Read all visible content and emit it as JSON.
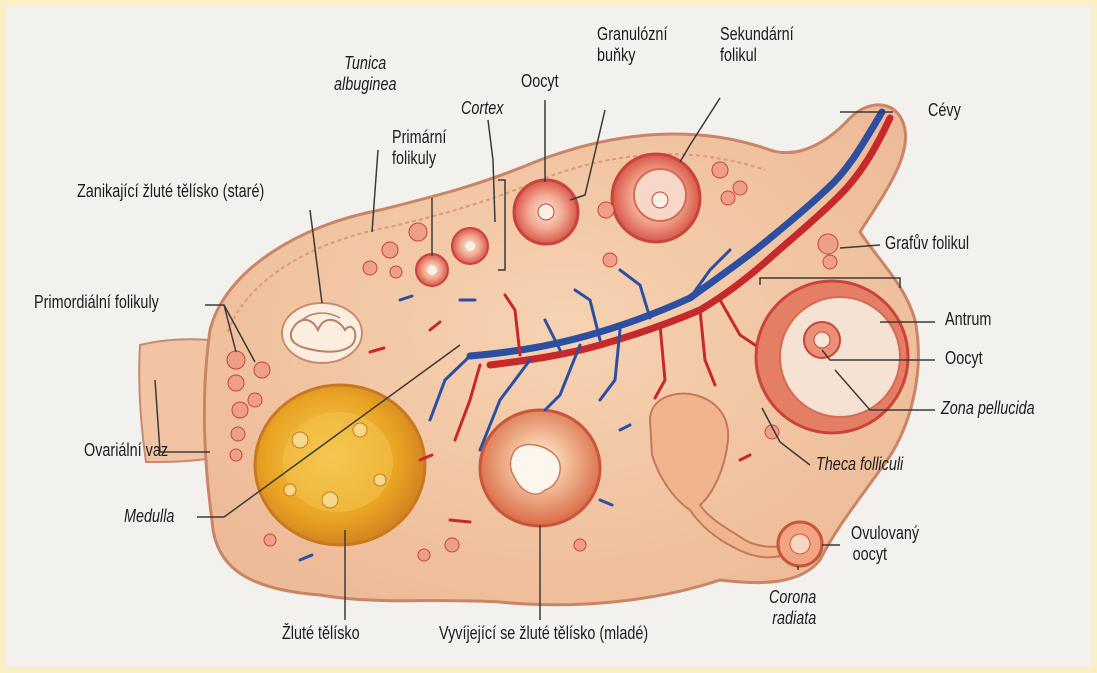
{
  "labels": {
    "tunica": [
      "Tunica",
      "albuginea"
    ],
    "oocyt_top": "Oocyt",
    "granulozni": [
      "Granulózní",
      "buňky"
    ],
    "sekundarni": [
      "Sekundární",
      "folikul"
    ],
    "cevy": "Cévy",
    "cortex": "Cortex",
    "primarni": [
      "Primární",
      "folikuly"
    ],
    "zanikajici": "Zanikající žluté tělísko (staré)",
    "grafuv": "Grafův folikul",
    "primordialni": "Primordiální folikuly",
    "antrum": "Antrum",
    "oocyt_right": "Oocyt",
    "zona": "Zona pellucida",
    "ovarialni": "Ovariální vaz",
    "theca": "Theca folliculi",
    "medulla": "Medulla",
    "ovulovany": [
      "Ovulovaný",
      "oocyt"
    ],
    "corona": [
      "Corona",
      "radiata"
    ],
    "zlute": "Žluté tělísko",
    "vyvijejici": "Vyvíjející se žluté tělísko (mladé)"
  },
  "colors": {
    "frame": "#fbf0c4",
    "background": "#f3f1ee",
    "ovary_tissue": "#f4c9a6",
    "follicle": "#d9574a",
    "corpus_luteum": "#e9a423",
    "artery": "#c7282a",
    "vein": "#2c4fa3",
    "leader_line": "#3a3a3a"
  }
}
